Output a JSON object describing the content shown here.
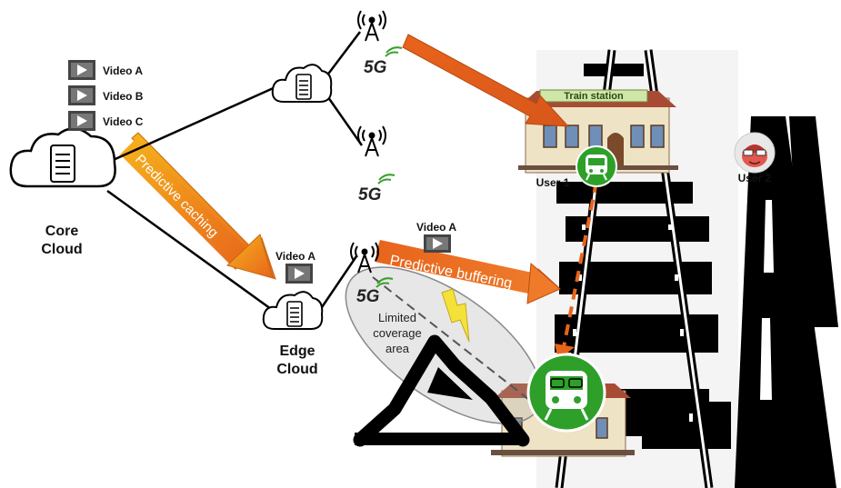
{
  "core_cloud": {
    "label_line1": "Core",
    "label_line2": "Cloud"
  },
  "edge_cloud": {
    "label_line1": "Edge",
    "label_line2": "Cloud"
  },
  "videos": {
    "core_list": [
      "Video A",
      "Video B",
      "Video C"
    ],
    "edge_video": "Video A",
    "buffer_video": "Video A"
  },
  "towers": {
    "label": "5G"
  },
  "arrows": {
    "caching": "Predictive caching",
    "buffering": "Predictive buffering"
  },
  "coverage": {
    "line1": "Limited",
    "line2": "coverage",
    "line3": "area"
  },
  "station": {
    "sign": "Train station"
  },
  "users": {
    "user1": "User 1",
    "user2": "User 2"
  },
  "colors": {
    "arrow_orange": "#e8641c",
    "arrow_yellow": "#f6b21c",
    "train_green": "#2ea02a",
    "signal_green": "#3aa02e",
    "road_black": "#000000",
    "station_roof": "#a84b34"
  }
}
